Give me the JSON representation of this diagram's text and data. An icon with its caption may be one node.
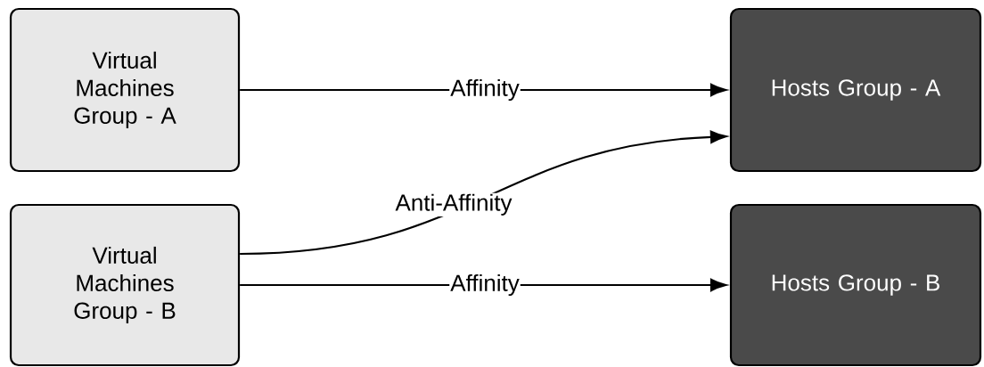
{
  "diagram": {
    "nodes": [
      {
        "text": [
          "Virtual Machines Group - A"
        ]
      },
      {
        "text": [
          "Virtual Machines Group - B"
        ]
      },
      {
        "text": [
          "Hosts Group - A"
        ]
      },
      {
        "text": [
          "Hosts Group - B"
        ]
      }
    ],
    "edges": [
      {
        "from": 0,
        "to": 2,
        "arrow": "to",
        "label": "Affinity"
      },
      {
        "from": 1,
        "to": 2,
        "arrow": "to",
        "label": "Anti-Affinity"
      },
      {
        "from": 1,
        "to": 3,
        "arrow": "to",
        "label": "Affinity"
      }
    ]
  }
}
